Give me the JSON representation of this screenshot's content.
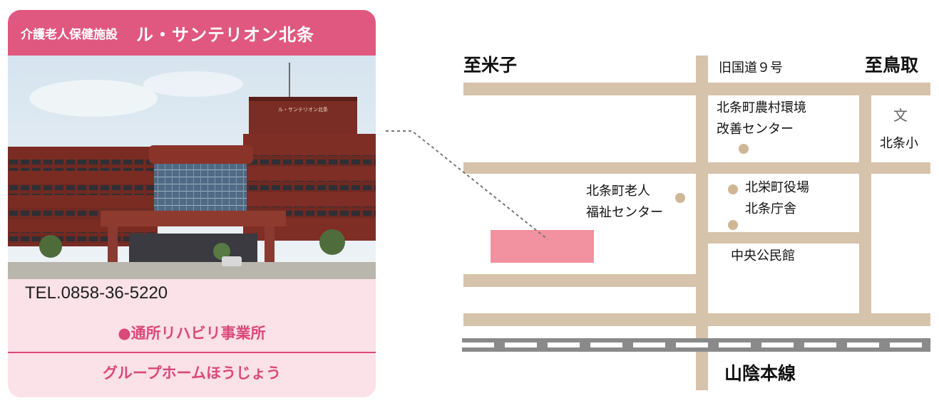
{
  "card": {
    "facility_type": "介護老人保健施設",
    "facility_name": "ル・サンテリオン北条",
    "tel": "TEL.0858-36-5220",
    "service_1": "●通所リハビリ事業所",
    "service_2": "グループホームほうじょう",
    "photo_sign": "ル・サンテリオン北条",
    "colors": {
      "header": "#e0587f",
      "accent": "#d9497a",
      "panel": "#fbe1e8"
    }
  },
  "map": {
    "to_yonago": "至米子",
    "to_tottori": "至鳥取",
    "old_national_route": "旧国道９号",
    "rural_env_center_line1": "北条町農村環境",
    "rural_env_center_line2": "改善センター",
    "elderly_welfare_line1": "北条町老人",
    "elderly_welfare_line2": "福祉センター",
    "town_office_line1": "北栄町役場",
    "town_office_line2": "北条庁舎",
    "community_hall": "中央公民館",
    "school_symbol": "文",
    "school_name": "北条小",
    "railway": "山陰本線",
    "colors": {
      "road": "#d6c3ab",
      "poi": "#cfb796",
      "facility_marker": "#f2919f",
      "rail": "#8a8a8a"
    }
  }
}
